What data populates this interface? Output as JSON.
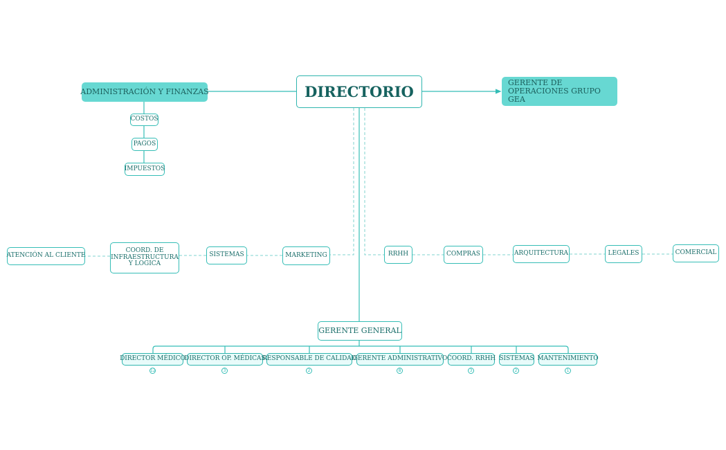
{
  "colors": {
    "accent": "#35bdb6",
    "filled": "#67d8d2",
    "text": "#1a6e6a",
    "tinted": "#e8fbfa"
  },
  "root": {
    "label": "DIRECTORIO"
  },
  "admin": {
    "label": "ADMINISTRACIÓN Y FINANZAS",
    "children": [
      "COSTOS",
      "PAGOS",
      "IMPUESTOS"
    ]
  },
  "operaciones": {
    "label": "GERENTE DE OPERACIONES GRUPO GEA"
  },
  "left_branch": [
    "ATENCIÓN AL CLIENTE",
    "COORD. DE INFRAESTRUCTURA Y LOGICA",
    "SISTEMAS",
    "MARKETING"
  ],
  "right_branch": [
    "RRHH",
    "COMPRAS",
    "ARQUITECTURA",
    "LEGALES",
    "COMERCIAL"
  ],
  "general": {
    "label": "GERENTE GENERAL",
    "children": [
      {
        "label": "DIRECTOR MÉDICO",
        "count": "12"
      },
      {
        "label": "DIRECTOR OP. MÉDICAS",
        "count": "3"
      },
      {
        "label": "RESPONSABLE DE CALIDAD",
        "count": "2"
      },
      {
        "label": "GERENTE ADMINISTRATIVO",
        "count": "8"
      },
      {
        "label": "COORD. RRHH",
        "count": "3"
      },
      {
        "label": "SISTEMAS",
        "count": "2"
      },
      {
        "label": "MANTENIMIENTO",
        "count": "1"
      }
    ]
  }
}
